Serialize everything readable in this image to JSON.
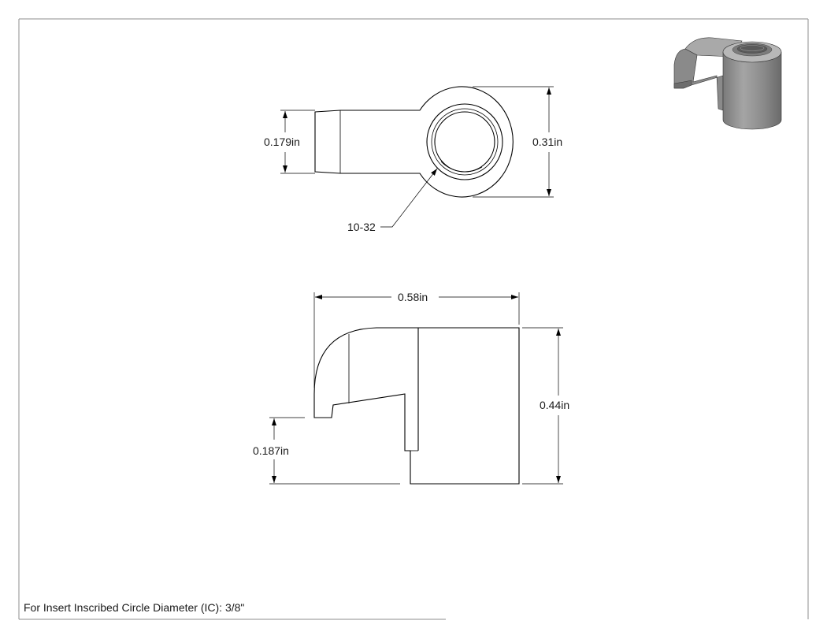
{
  "drawing": {
    "top_view": {
      "width_dim": "0.179in",
      "height_dim": "0.31in",
      "thread_callout": "10-32"
    },
    "side_view": {
      "length_dim": "0.58in",
      "height_dim": "0.44in",
      "step_dim": "0.187in"
    },
    "note": "For Insert Inscribed Circle Diameter (IC): 3/8\""
  },
  "colors": {
    "line": "#000000",
    "border": "#8c8c8c",
    "part_shade": "#8e8e8e"
  }
}
